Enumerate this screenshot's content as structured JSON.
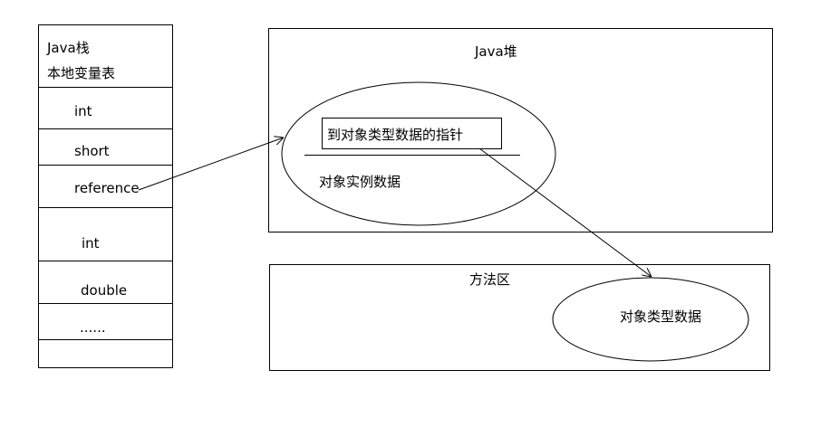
{
  "stack": {
    "title": "Java栈",
    "subtitle": "本地变量表",
    "slots": [
      "int",
      "short",
      "reference",
      "int",
      "double",
      "......",
      ""
    ]
  },
  "heap": {
    "title": "Java堆",
    "pointer_label": "到对象类型数据的指针",
    "instance_label": "对象实例数据"
  },
  "method_area": {
    "title": "方法区",
    "type_data_label": "对象类型数据"
  }
}
